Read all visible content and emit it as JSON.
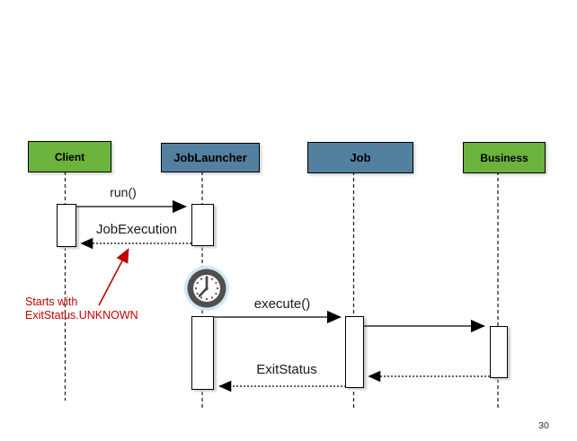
{
  "slide": {
    "page_number": "30"
  },
  "actors": {
    "client": {
      "label": "Client",
      "color": "#6cb33e"
    },
    "job_launcher": {
      "label": "JobLauncher",
      "color": "#54809f"
    },
    "job": {
      "label": "Job",
      "color": "#54809f"
    },
    "business": {
      "label": "Business",
      "color": "#6cb33e"
    }
  },
  "messages": [
    {
      "label": "run()",
      "from": "Client",
      "to": "JobLauncher",
      "style": "solid"
    },
    {
      "label": "JobExecution",
      "from": "JobLauncher",
      "to": "Client",
      "style": "dotted"
    },
    {
      "label": "execute()",
      "from": "JobLauncher",
      "to": "Job",
      "style": "solid"
    },
    {
      "label": "",
      "from": "Job",
      "to": "Business",
      "style": "solid"
    },
    {
      "label": "",
      "from": "Business",
      "to": "Job",
      "style": "dotted"
    },
    {
      "label": "ExitStatus",
      "from": "Job",
      "to": "JobLauncher",
      "style": "dotted"
    }
  ],
  "note": {
    "line1": "Starts with",
    "line2": "ExitStatus.UNKNOWN",
    "color": "#c00000"
  },
  "icons": {
    "clock": "clock-icon"
  },
  "colors": {
    "actor_green": "#6cb33e",
    "actor_blue": "#54809f",
    "note_red": "#c00000",
    "lifeline": "#262626"
  }
}
